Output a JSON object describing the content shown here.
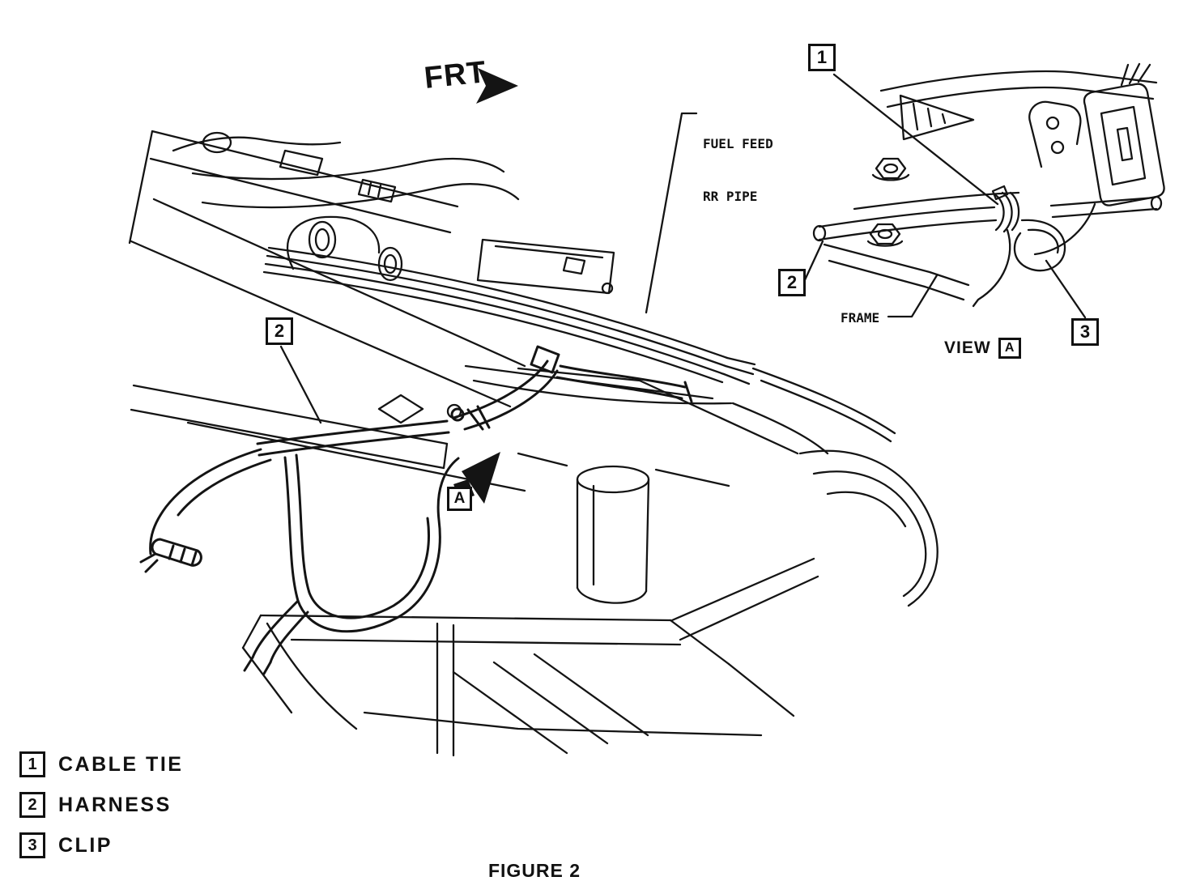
{
  "figure": {
    "caption": "FIGURE 2"
  },
  "orientation": {
    "frt_label": "FRT"
  },
  "annotations": {
    "fuel_feed_line1": "FUEL FEED",
    "fuel_feed_line2": "RR PIPE",
    "frame_label": "FRAME",
    "view_label": "VIEW",
    "view_letter": "A",
    "section_arrow_letter": "A"
  },
  "callouts": {
    "main_harness": "2",
    "inset_cable_tie": "1",
    "inset_harness": "2",
    "inset_clip": "3"
  },
  "legend": {
    "items": [
      {
        "num": "1",
        "label": "CABLE TIE"
      },
      {
        "num": "2",
        "label": "HARNESS"
      },
      {
        "num": "3",
        "label": "CLIP"
      }
    ]
  }
}
